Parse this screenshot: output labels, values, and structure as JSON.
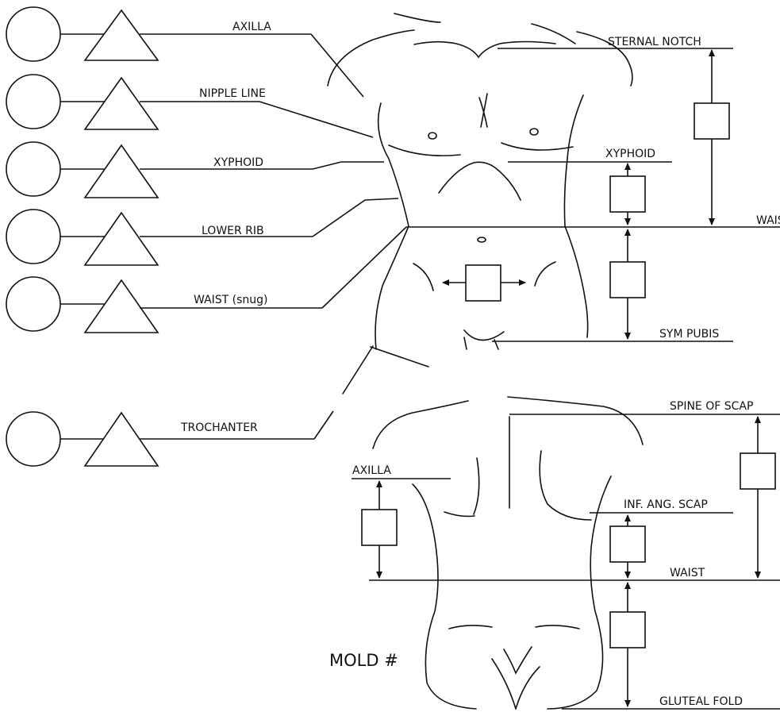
{
  "left_labels": [
    "AXILLA",
    "NIPPLE LINE",
    "XYPHOID",
    "LOWER RIB",
    "WAIST (snug)",
    "TROCHANTER"
  ],
  "front": {
    "sternal_notch": "STERNAL NOTCH",
    "xyphoid": "XYPHOID",
    "waist": "WAIST",
    "sym_pubis": "SYM PUBIS"
  },
  "back": {
    "spine_of_scap": "SPINE OF SCAP",
    "axilla": "AXILLA",
    "inf_ang_scap": "INF. ANG. SCAP",
    "waist": "WAIST",
    "gluteal_fold": "GLUTEAL FOLD"
  },
  "mold_label": "MOLD #"
}
